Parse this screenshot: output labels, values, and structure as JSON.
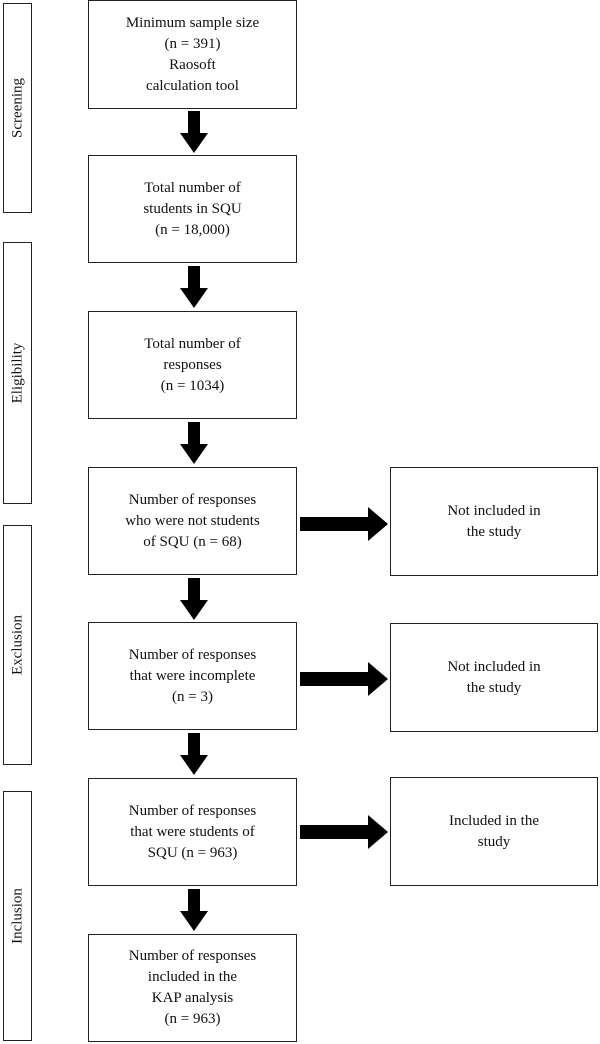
{
  "stages": [
    {
      "id": "screening",
      "label": "Screening"
    },
    {
      "id": "eligibility",
      "label": "Eligibility"
    },
    {
      "id": "exclusion",
      "label": "Exclusion"
    },
    {
      "id": "inclusion",
      "label": "Inclusion"
    }
  ],
  "boxes": {
    "sample_size": {
      "lines": [
        "Minimum sample size",
        "(n = 391)",
        "Raosoft",
        "calculation tool"
      ]
    },
    "total_students": {
      "lines": [
        "Total number of",
        "students in SQU",
        "(n = 18,000)"
      ]
    },
    "total_responses": {
      "lines": [
        "Total number of",
        "responses",
        "(n = 1034)"
      ]
    },
    "not_students": {
      "lines": [
        "Number of responses",
        "who were not students",
        "of SQU (n = 68)"
      ]
    },
    "incomplete": {
      "lines": [
        "Number of responses",
        "that were incomplete",
        "(n = 3)"
      ]
    },
    "were_students": {
      "lines": [
        "Number of responses",
        "that were students of",
        "SQU (n = 963)"
      ]
    },
    "kap_analysis": {
      "lines": [
        "Number of responses",
        "included in the",
        "KAP analysis",
        "(n = 963)"
      ]
    },
    "not_included_1": {
      "lines": [
        "Not included in",
        "the study"
      ]
    },
    "not_included_2": {
      "lines": [
        "Not included in",
        "the study"
      ]
    },
    "included": {
      "lines": [
        "Included in the",
        "study"
      ]
    }
  }
}
